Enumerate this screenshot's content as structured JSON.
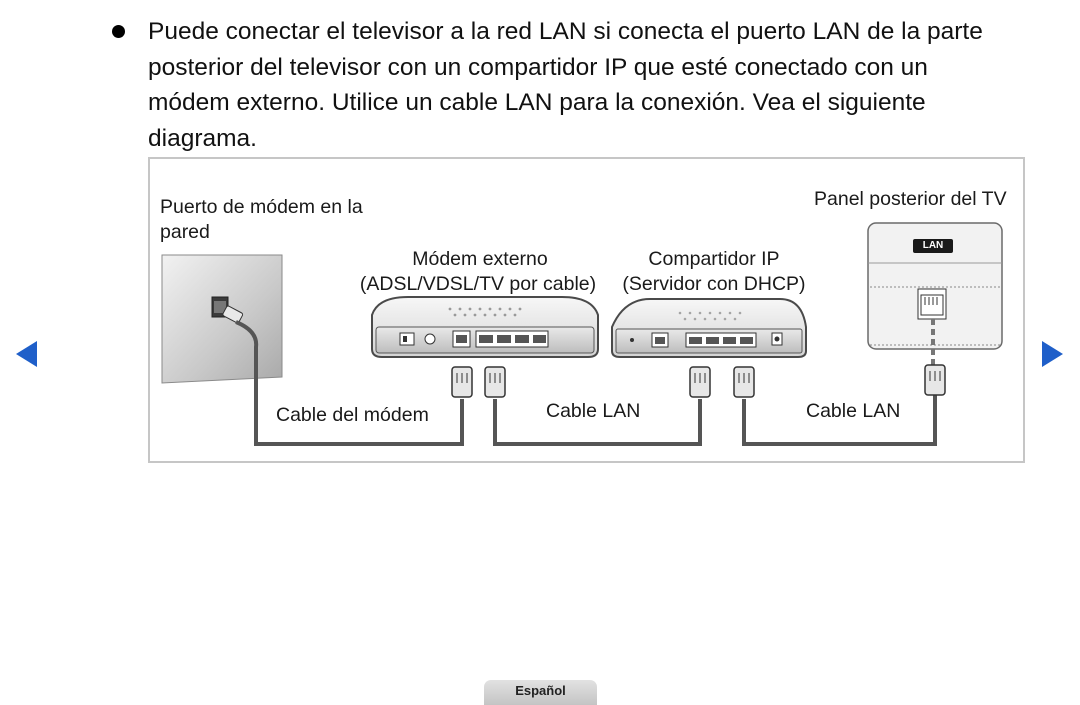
{
  "paragraph": "Puede conectar el televisor a la red LAN si conecta el puerto LAN de la parte posterior del televisor con un compartidor IP que esté conectado con un módem externo. Utilice un cable LAN para la conexión. Vea el siguiente diagrama.",
  "diagram": {
    "wall_port_label_line1": "Puerto de módem en la",
    "wall_port_label_line2": "pared",
    "tv_panel_label": "Panel posterior del TV",
    "modem_label_line1": "Módem externo",
    "modem_label_line2": "(ADSL/VDSL/TV por cable)",
    "router_label_line1": "Compartidor IP",
    "router_label_line2": "(Servidor con DHCP)",
    "cable_modem_label": "Cable del módem",
    "cable_lan_label_1": "Cable LAN",
    "cable_lan_label_2": "Cable LAN",
    "tv_port_tag": "LAN"
  },
  "footer": {
    "language": "Español"
  },
  "colors": {
    "nav_arrow": "#1f5fc9",
    "cable": "#555555",
    "frame_border": "#c6c6c6"
  },
  "icons": {
    "prev": "triangle-left",
    "next": "triangle-right"
  }
}
